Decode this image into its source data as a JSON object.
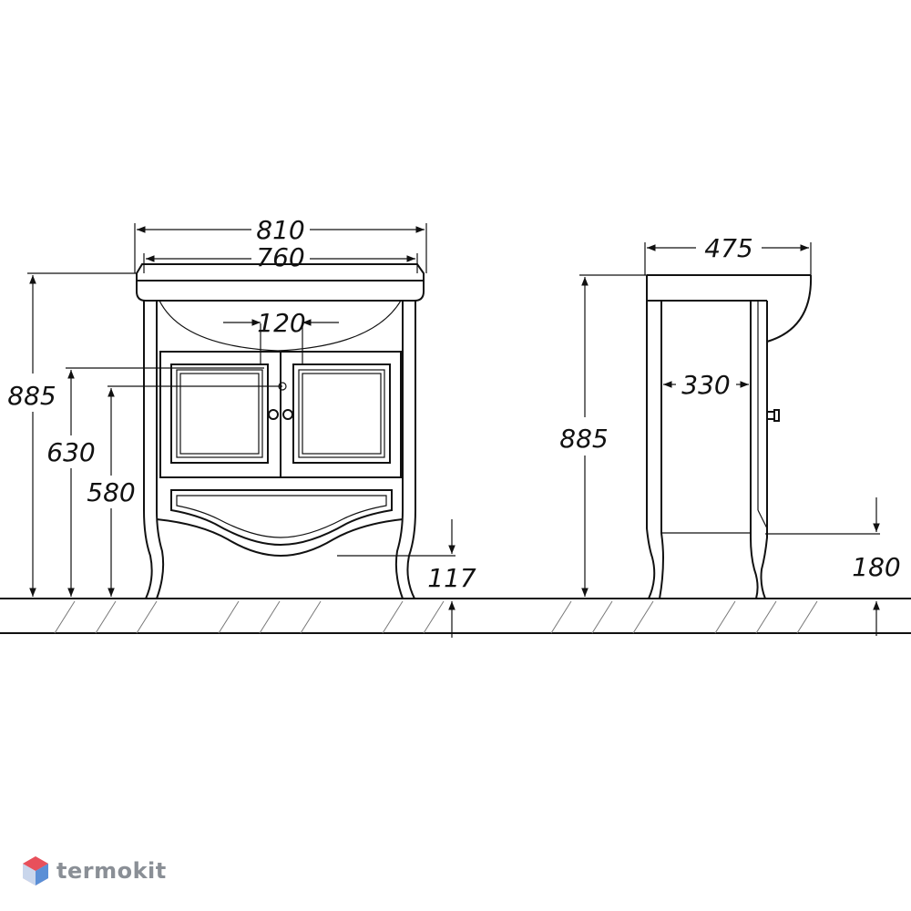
{
  "drawing": {
    "front": {
      "width_total": "810",
      "width_basin": "760",
      "faucet_spacing": "120",
      "height_total": "885",
      "height_630": "630",
      "height_580": "580",
      "height_117": "117"
    },
    "side": {
      "depth_total": "475",
      "depth_cabinet": "330",
      "height_total": "885",
      "height_180": "180"
    }
  },
  "logo": {
    "text": "termokit",
    "icon": "hexagon-logo-icon"
  },
  "colors": {
    "line": "#111111",
    "hatch": "#777777",
    "logo": "#8a8f96"
  }
}
